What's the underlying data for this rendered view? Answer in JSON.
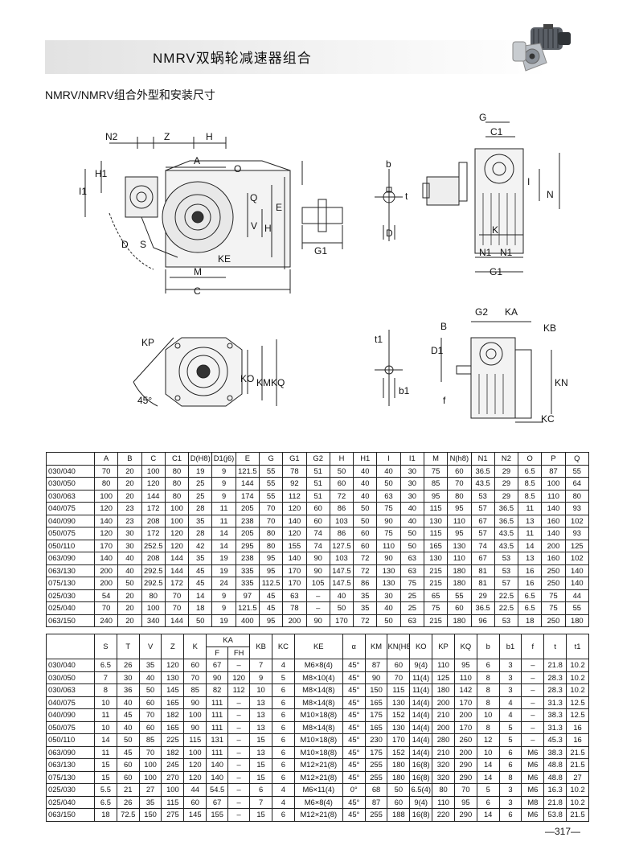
{
  "header": {
    "title": "NMRV双蜗轮减速器组合"
  },
  "section": {
    "title": "NMRV/NMRV组合外型和安装尺寸"
  },
  "drawing_labels": {
    "fig1": {
      "N2": "N2",
      "Z": "Z",
      "H": "H",
      "A": "A",
      "H1": "H1",
      "I1": "I1",
      "O": "O",
      "Q": "Q",
      "V": "V",
      "H2": "H",
      "E": "E",
      "D": "D",
      "S": "S",
      "KE": "KE",
      "M": "M",
      "C": "C"
    },
    "fig2": {
      "G1": "G1"
    },
    "fig3": {
      "b": "b",
      "t": "t",
      "D": "D"
    },
    "fig4": {
      "G": "G",
      "C1": "C1",
      "I": "I",
      "N": "N",
      "K": "K",
      "N1a": "N1",
      "N1b": "N1",
      "G1": "G1"
    },
    "fig5": {
      "KP": "KP",
      "KO": "KO",
      "KM": "KM",
      "KQ": "KQ",
      "angle": "45°"
    },
    "fig6": {
      "t1": "t1",
      "b1": "b1"
    },
    "fig7": {
      "G2": "G2",
      "KA": "KA",
      "B": "B",
      "KB": "KB",
      "D1": "D1",
      "KN": "KN",
      "f": "f",
      "KC": "KC"
    }
  },
  "table1": {
    "headers": [
      "",
      "A",
      "B",
      "C",
      "C1",
      "D(H8)",
      "D1(j6)",
      "E",
      "G",
      "G1",
      "G2",
      "H",
      "H1",
      "I",
      "I1",
      "M",
      "N(h8)",
      "N1",
      "N2",
      "O",
      "P",
      "Q"
    ],
    "rows": [
      [
        "030/040",
        "70",
        "20",
        "100",
        "80",
        "19",
        "9",
        "121.5",
        "55",
        "78",
        "51",
        "50",
        "40",
        "40",
        "30",
        "75",
        "60",
        "36.5",
        "29",
        "6.5",
        "87",
        "55"
      ],
      [
        "030/050",
        "80",
        "20",
        "120",
        "80",
        "25",
        "9",
        "144",
        "55",
        "92",
        "51",
        "60",
        "40",
        "50",
        "30",
        "85",
        "70",
        "43.5",
        "29",
        "8.5",
        "100",
        "64"
      ],
      [
        "030/063",
        "100",
        "20",
        "144",
        "80",
        "25",
        "9",
        "174",
        "55",
        "112",
        "51",
        "72",
        "40",
        "63",
        "30",
        "95",
        "80",
        "53",
        "29",
        "8.5",
        "110",
        "80"
      ],
      [
        "040/075",
        "120",
        "23",
        "172",
        "100",
        "28",
        "11",
        "205",
        "70",
        "120",
        "60",
        "86",
        "50",
        "75",
        "40",
        "115",
        "95",
        "57",
        "36.5",
        "11",
        "140",
        "93"
      ],
      [
        "040/090",
        "140",
        "23",
        "208",
        "100",
        "35",
        "11",
        "238",
        "70",
        "140",
        "60",
        "103",
        "50",
        "90",
        "40",
        "130",
        "110",
        "67",
        "36.5",
        "13",
        "160",
        "102"
      ],
      [
        "050/075",
        "120",
        "30",
        "172",
        "120",
        "28",
        "14",
        "205",
        "80",
        "120",
        "74",
        "86",
        "60",
        "75",
        "50",
        "115",
        "95",
        "57",
        "43.5",
        "11",
        "140",
        "93"
      ],
      [
        "050/110",
        "170",
        "30",
        "252.5",
        "120",
        "42",
        "14",
        "295",
        "80",
        "155",
        "74",
        "127.5",
        "60",
        "110",
        "50",
        "165",
        "130",
        "74",
        "43.5",
        "14",
        "200",
        "125"
      ],
      [
        "063/090",
        "140",
        "40",
        "208",
        "144",
        "35",
        "19",
        "238",
        "95",
        "140",
        "90",
        "103",
        "72",
        "90",
        "63",
        "130",
        "110",
        "67",
        "53",
        "13",
        "160",
        "102"
      ],
      [
        "063/130",
        "200",
        "40",
        "292.5",
        "144",
        "45",
        "19",
        "335",
        "95",
        "170",
        "90",
        "147.5",
        "72",
        "130",
        "63",
        "215",
        "180",
        "81",
        "53",
        "16",
        "250",
        "140"
      ],
      [
        "075/130",
        "200",
        "50",
        "292.5",
        "172",
        "45",
        "24",
        "335",
        "112.5",
        "170",
        "105",
        "147.5",
        "86",
        "130",
        "75",
        "215",
        "180",
        "81",
        "57",
        "16",
        "250",
        "140"
      ],
      [
        "025/030",
        "54",
        "20",
        "80",
        "70",
        "14",
        "9",
        "97",
        "45",
        "63",
        "–",
        "40",
        "35",
        "30",
        "25",
        "65",
        "55",
        "29",
        "22.5",
        "6.5",
        "75",
        "44"
      ],
      [
        "025/040",
        "70",
        "20",
        "100",
        "70",
        "18",
        "9",
        "121.5",
        "45",
        "78",
        "–",
        "50",
        "35",
        "40",
        "25",
        "75",
        "60",
        "36.5",
        "22.5",
        "6.5",
        "75",
        "55"
      ],
      [
        "063/150",
        "240",
        "20",
        "340",
        "144",
        "50",
        "19",
        "400",
        "95",
        "200",
        "90",
        "170",
        "72",
        "50",
        "63",
        "215",
        "180",
        "96",
        "53",
        "18",
        "250",
        "180"
      ]
    ]
  },
  "table2": {
    "headers": [
      "",
      "S",
      "T",
      "V",
      "Z",
      "K",
      "KA",
      "KB",
      "KC",
      "KE",
      "α",
      "KM",
      "KN(H8)",
      "KO",
      "KP",
      "KQ",
      "b",
      "b1",
      "f",
      "t",
      "t1"
    ],
    "subheaders": [
      "F",
      "FH"
    ],
    "rows": [
      [
        "030/040",
        "6.5",
        "26",
        "35",
        "120",
        "60",
        "67",
        "–",
        "7",
        "4",
        "M6×8(4)",
        "45°",
        "87",
        "60",
        "9(4)",
        "110",
        "95",
        "6",
        "3",
        "–",
        "21.8",
        "10.2"
      ],
      [
        "030/050",
        "7",
        "30",
        "40",
        "130",
        "70",
        "90",
        "120",
        "9",
        "5",
        "M8×10(4)",
        "45°",
        "90",
        "70",
        "11(4)",
        "125",
        "110",
        "8",
        "3",
        "–",
        "28.3",
        "10.2"
      ],
      [
        "030/063",
        "8",
        "36",
        "50",
        "145",
        "85",
        "82",
        "112",
        "10",
        "6",
        "M8×14(8)",
        "45°",
        "150",
        "115",
        "11(4)",
        "180",
        "142",
        "8",
        "3",
        "–",
        "28.3",
        "10.2"
      ],
      [
        "040/075",
        "10",
        "40",
        "60",
        "165",
        "90",
        "111",
        "–",
        "13",
        "6",
        "M8×14(8)",
        "45°",
        "165",
        "130",
        "14(4)",
        "200",
        "170",
        "8",
        "4",
        "–",
        "31.3",
        "12.5"
      ],
      [
        "040/090",
        "11",
        "45",
        "70",
        "182",
        "100",
        "111",
        "–",
        "13",
        "6",
        "M10×18(8)",
        "45°",
        "175",
        "152",
        "14(4)",
        "210",
        "200",
        "10",
        "4",
        "–",
        "38.3",
        "12.5"
      ],
      [
        "050/075",
        "10",
        "40",
        "60",
        "165",
        "90",
        "111",
        "–",
        "13",
        "6",
        "M8×14(8)",
        "45°",
        "165",
        "130",
        "14(4)",
        "200",
        "170",
        "8",
        "5",
        "–",
        "31.3",
        "16"
      ],
      [
        "050/110",
        "14",
        "50",
        "85",
        "225",
        "115",
        "131",
        "–",
        "15",
        "6",
        "M10×18(8)",
        "45°",
        "230",
        "170",
        "14(4)",
        "280",
        "260",
        "12",
        "5",
        "–",
        "45.3",
        "16"
      ],
      [
        "063/090",
        "11",
        "45",
        "70",
        "182",
        "100",
        "111",
        "–",
        "13",
        "6",
        "M10×18(8)",
        "45°",
        "175",
        "152",
        "14(4)",
        "210",
        "200",
        "10",
        "6",
        "M6",
        "38.3",
        "21.5"
      ],
      [
        "063/130",
        "15",
        "60",
        "100",
        "245",
        "120",
        "140",
        "–",
        "15",
        "6",
        "M12×21(8)",
        "45°",
        "255",
        "180",
        "16(8)",
        "320",
        "290",
        "14",
        "6",
        "M6",
        "48.8",
        "21.5"
      ],
      [
        "075/130",
        "15",
        "60",
        "100",
        "270",
        "120",
        "140",
        "–",
        "15",
        "6",
        "M12×21(8)",
        "45°",
        "255",
        "180",
        "16(8)",
        "320",
        "290",
        "14",
        "8",
        "M6",
        "48.8",
        "27"
      ],
      [
        "025/030",
        "5.5",
        "21",
        "27",
        "100",
        "44",
        "54.5",
        "–",
        "6",
        "4",
        "M6×11(4)",
        "0°",
        "68",
        "50",
        "6.5(4)",
        "80",
        "70",
        "5",
        "3",
        "M6",
        "16.3",
        "10.2"
      ],
      [
        "025/040",
        "6.5",
        "26",
        "35",
        "115",
        "60",
        "67",
        "–",
        "7",
        "4",
        "M6×8(4)",
        "45°",
        "87",
        "60",
        "9(4)",
        "110",
        "95",
        "6",
        "3",
        "M8",
        "21.8",
        "10.2"
      ],
      [
        "063/150",
        "18",
        "72.5",
        "150",
        "275",
        "145",
        "155",
        "–",
        "15",
        "6",
        "M12×21(8)",
        "45°",
        "255",
        "188",
        "16(8)",
        "220",
        "290",
        "14",
        "6",
        "M6",
        "53.8",
        "21.5"
      ]
    ]
  },
  "footer": {
    "page_number": "—317—"
  }
}
